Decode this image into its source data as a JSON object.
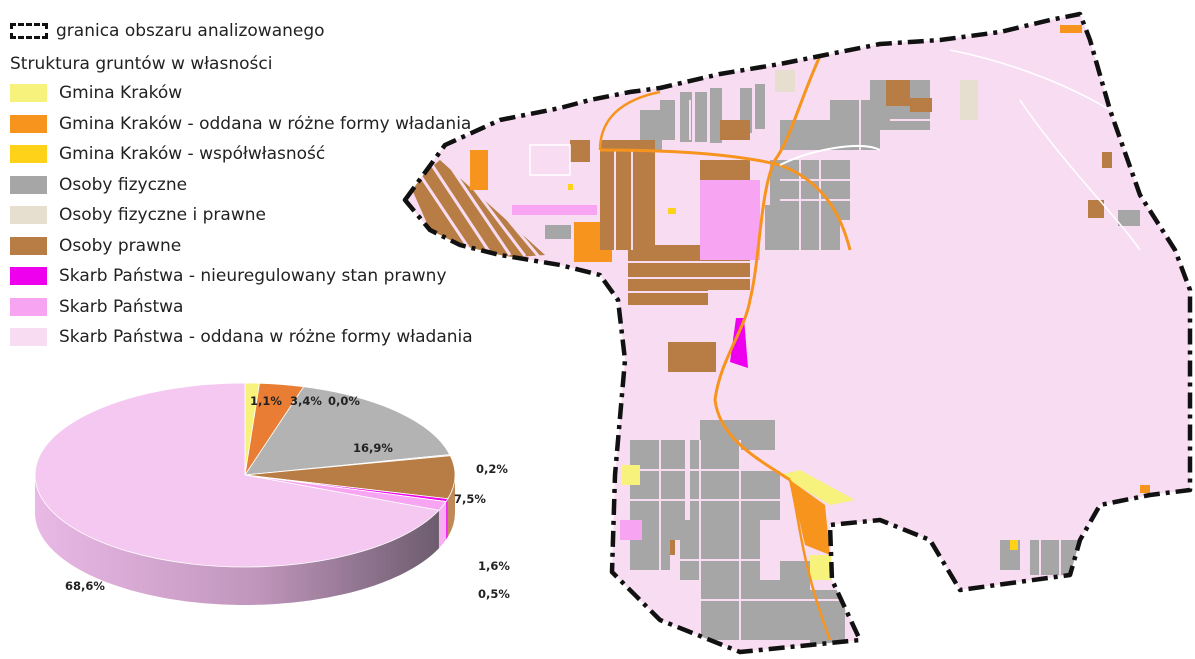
{
  "legend": {
    "boundary_label": "granica obszaru analizowanego",
    "heading": "Struktura gruntów w własności",
    "items": [
      {
        "label": "Gmina Kraków",
        "color": "#f7f27c"
      },
      {
        "label": "Gmina Kraków - oddana w różne formy władania",
        "color": "#f7941d"
      },
      {
        "label": "Gmina Kraków - współwłasność",
        "color": "#ffd21a"
      },
      {
        "label": "Osoby fizyczne",
        "color": "#a6a6a6"
      },
      {
        "label": "Osoby fizyczne i prawne",
        "color": "#e6dfcf"
      },
      {
        "label": "Osoby prawne",
        "color": "#b87d45"
      },
      {
        "label": "Skarb Państwa - nieuregulowany stan prawny",
        "color": "#ee00ee"
      },
      {
        "label": "Skarb Państwa",
        "color": "#f7a5f2"
      },
      {
        "label": "Skarb Państwa - oddana w różne formy władania",
        "color": "#f8dcf2"
      }
    ]
  },
  "chart_data": {
    "type": "pie",
    "style": "3d",
    "slices": [
      {
        "label": "1,1%",
        "value": 1.1,
        "color": "#f7f27c"
      },
      {
        "label": "3,4%",
        "value": 3.4,
        "color": "#e87d33"
      },
      {
        "label": "0,0%",
        "value": 0.0,
        "color": "#ffd21a"
      },
      {
        "label": "16,9%",
        "value": 16.9,
        "color": "#b3b3b3"
      },
      {
        "label": "0,2%",
        "value": 0.2,
        "color": "#e6dfcf"
      },
      {
        "label": "7,5%",
        "value": 7.5,
        "color": "#b87d45"
      },
      {
        "label": "0,5%",
        "value": 0.5,
        "color": "#ee00ee"
      },
      {
        "label": "1,6%",
        "value": 1.6,
        "color": "#f7a5f2"
      },
      {
        "label": "68,6%",
        "value": 68.6,
        "color": "#f4c8f0"
      }
    ]
  },
  "map": {
    "colors": {
      "boundary": "#111111",
      "street": "#ffffff",
      "road": "#f7941d"
    }
  }
}
